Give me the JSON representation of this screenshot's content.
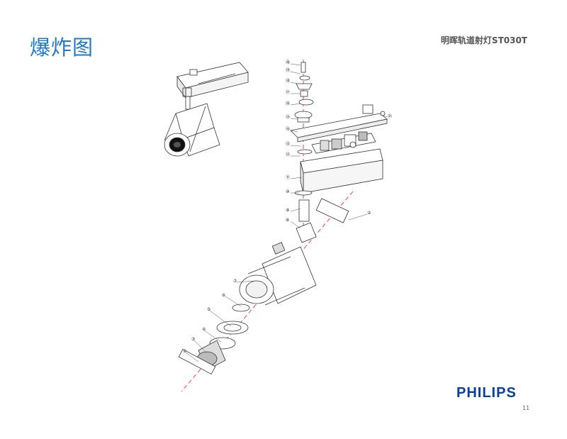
{
  "slide": {
    "title": "爆炸图",
    "subtitle": "明晖轨道射灯ST030T",
    "logo_text": "PHILIPS",
    "page_number": "11"
  },
  "callouts": [
    "①",
    "②",
    "③",
    "④",
    "⑤",
    "⑥",
    "⑦",
    "⑧",
    "⑨",
    "⑩",
    "⑪",
    "⑫",
    "⑬",
    "⑭",
    "⑮",
    "⑯",
    "⑰",
    "⑱",
    "⑲",
    "⑳",
    "㉑"
  ],
  "colors": {
    "title": "#1f78c8",
    "logo": "#0b3f9e",
    "axis_line": "#e53030",
    "line_art": "#333333"
  }
}
